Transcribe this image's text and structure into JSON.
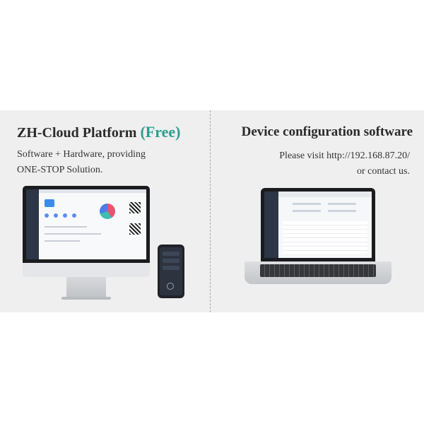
{
  "left": {
    "title": "ZH-Cloud Platform",
    "title_free": "(Free)",
    "desc_line1": "Software + Hardware, providing",
    "desc_line2": "ONE-STOP Solution."
  },
  "right": {
    "title": "Device configuration software",
    "desc_line1": "Please visit  http://192.168.87.20/",
    "desc_line2": "or contact us."
  },
  "colors": {
    "accent": "#2b9e8c",
    "banner_bg": "#efefef"
  }
}
